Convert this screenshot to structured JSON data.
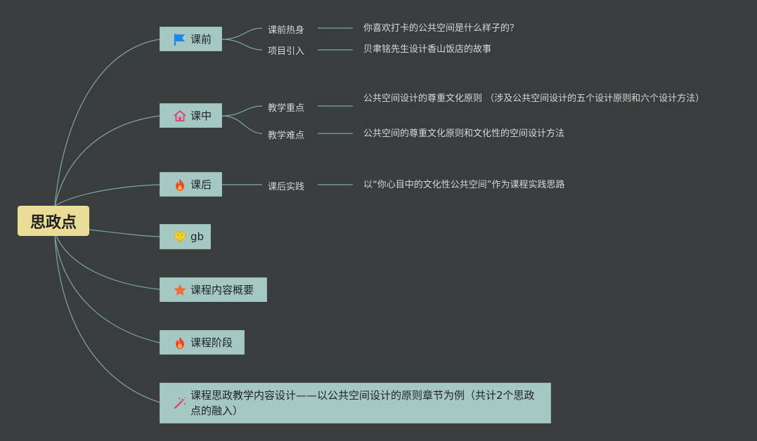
{
  "root": {
    "label": "思政点"
  },
  "branches": [
    {
      "label": "课前",
      "icon": "flag-icon",
      "subtopics": [
        {
          "label": "课前热身",
          "detail": "你喜欢打卡的公共空间是什么样子的？"
        },
        {
          "label": "项目引入",
          "detail": "贝聿铭先生设计香山饭店的故事"
        }
      ]
    },
    {
      "label": "课中",
      "icon": "home-icon",
      "subtopics": [
        {
          "label": "教学重点",
          "detail": "公共空间设计的尊重文化原则 （涉及公共空间设计的五个设计原则和六个设计方法）"
        },
        {
          "label": "教学难点",
          "detail": "公共空间的尊重文化原则和文化性的空间设计方法"
        }
      ]
    },
    {
      "label": "课后",
      "icon": "fire-icon",
      "subtopics": [
        {
          "label": "课后实践",
          "detail": "以“你心目中的文化性公共空间”作为课程实践思路"
        }
      ]
    },
    {
      "label": "gb",
      "icon": "diamond-icon",
      "subtopics": []
    },
    {
      "label": "课程内容概要",
      "icon": "star-icon",
      "subtopics": []
    },
    {
      "label": "课程阶段",
      "icon": "fire-icon",
      "subtopics": []
    },
    {
      "label": "课程思政教学内容设计——以公共空间设计的原则章节为例（共计2个思政点的融入）",
      "icon": "magic-wand-icon",
      "subtopics": []
    }
  ],
  "colors": {
    "background": "#3a3d3e",
    "root": "#e9dd97",
    "node": "#a6c8c2",
    "connector": "#7ea89f",
    "text": "#d3d7d6"
  }
}
